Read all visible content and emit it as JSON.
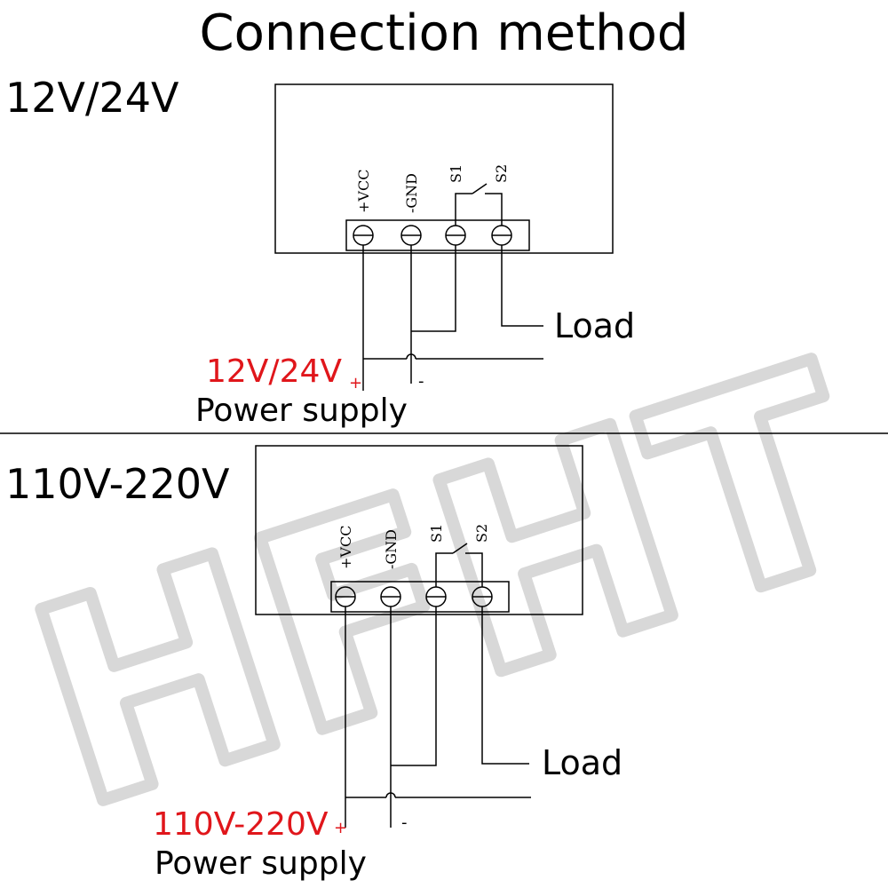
{
  "title": "Connection method",
  "watermark": "HFHT",
  "colors": {
    "line": "#000000",
    "voltage_label": "#e0161b",
    "watermark": "#d4d4d4"
  },
  "diagrams": [
    {
      "heading": "12V/24V",
      "terminals": [
        "+VCC",
        "-GND",
        "S1",
        "S2"
      ],
      "load_label": "Load",
      "voltage_label": "12V/24V",
      "plus_sign": "+",
      "minus_sign": "-",
      "supply_label": "Power supply"
    },
    {
      "heading": "110V-220V",
      "terminals": [
        "+VCC",
        "-GND",
        "S1",
        "S2"
      ],
      "load_label": "Load",
      "voltage_label": "110V-220V",
      "plus_sign": "+",
      "minus_sign": "-",
      "supply_label": "Power supply"
    }
  ]
}
